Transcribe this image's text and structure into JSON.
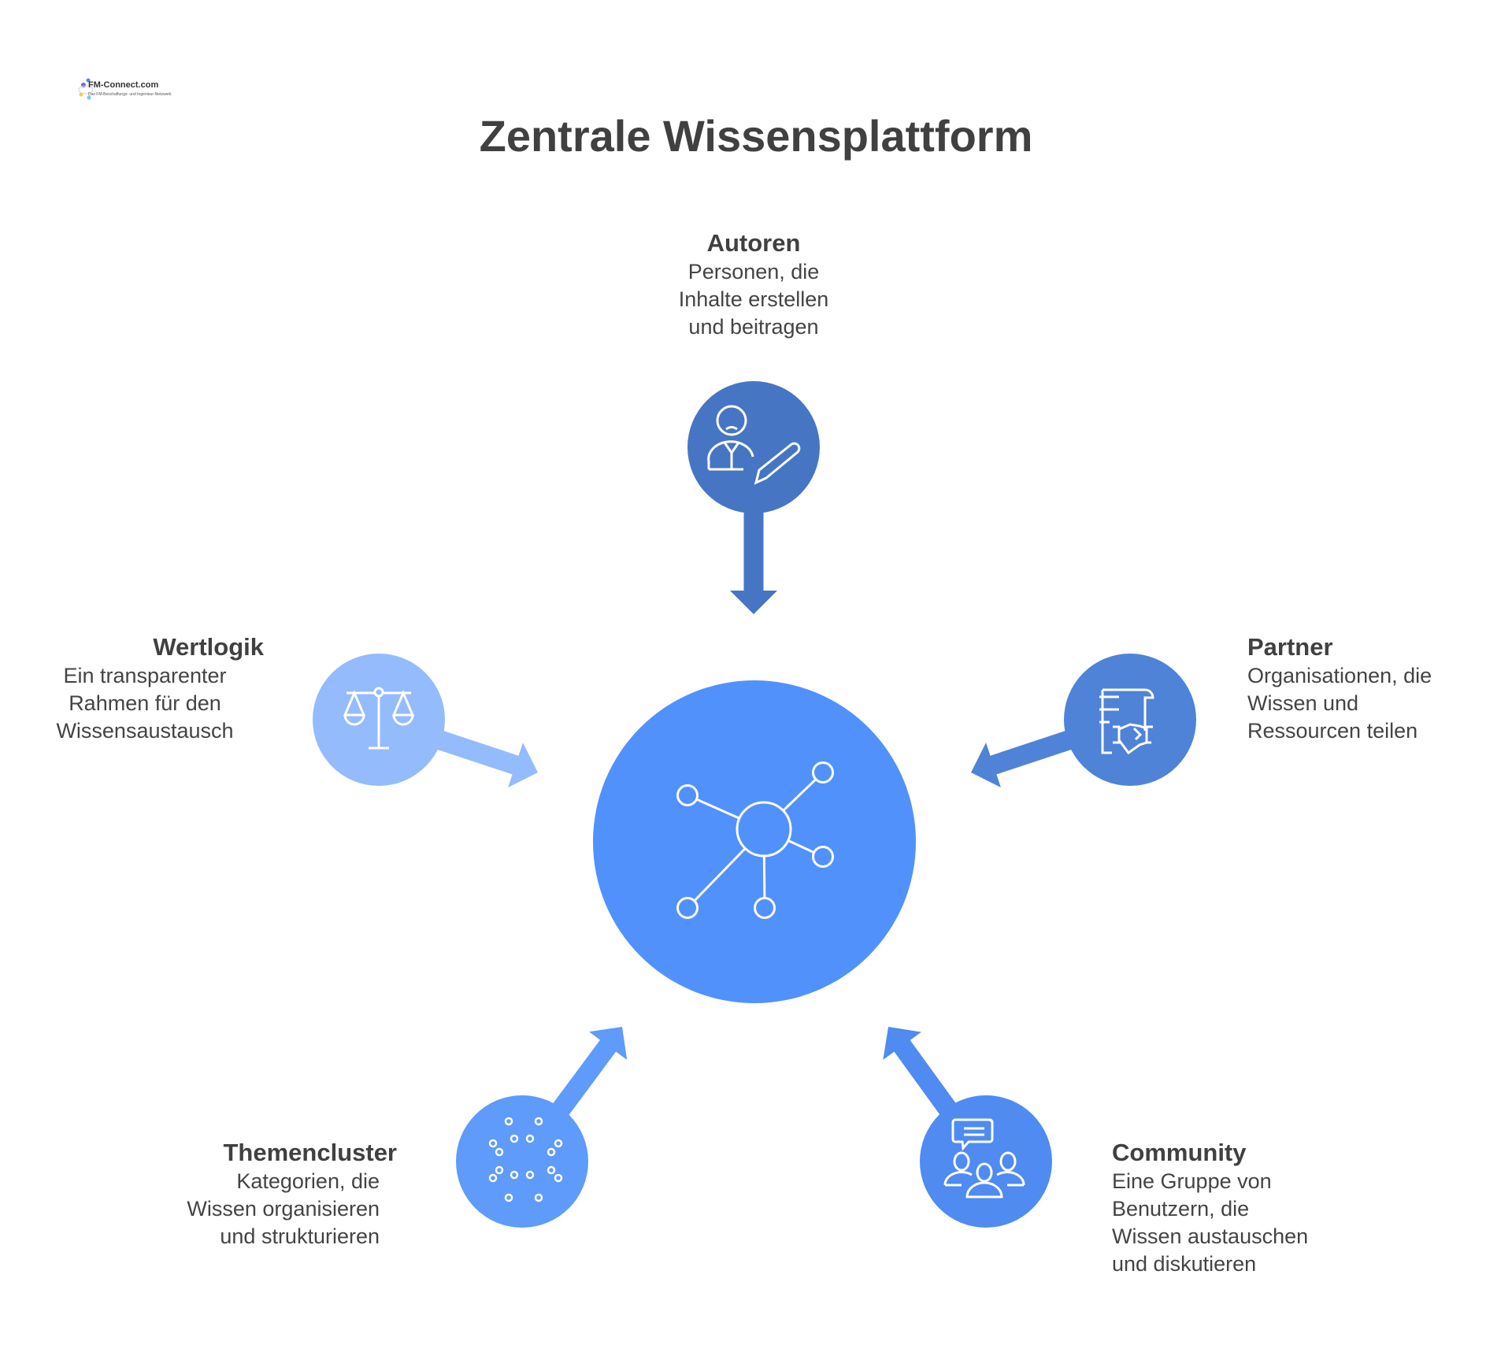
{
  "logo": {
    "name": "FM-Connect.com",
    "tagline": "Das FM-Beschaffungs- und Ingenieur-Netzwerk"
  },
  "title": "Zentrale Wissensplattform",
  "center": {
    "icon": "network-icon"
  },
  "nodes": {
    "autoren": {
      "title": "Autoren",
      "lines": [
        "Personen, die",
        "Inhalte erstellen",
        "und beitragen"
      ],
      "icon": "author-edit-icon",
      "color": "#4676c3"
    },
    "wertlogik": {
      "title": "Wertlogik",
      "lines": [
        "Ein transparenter",
        "Rahmen für den",
        "Wissensaustausch"
      ],
      "icon": "scales-icon",
      "color": "#94bbfc"
    },
    "partner": {
      "title": "Partner",
      "lines": [
        "Organisationen, die",
        "Wissen und",
        "Ressourcen teilen"
      ],
      "icon": "contract-handshake-icon",
      "color": "#4f83d8"
    },
    "themencluster": {
      "title": "Themencluster",
      "lines": [
        "Kategorien, die",
        "Wissen organisieren",
        "und strukturieren"
      ],
      "icon": "cluster-dots-icon",
      "color": "#5e9bfa"
    },
    "community": {
      "title": "Community",
      "lines": [
        "Eine Gruppe von",
        "Benutzern, die",
        "Wissen austauschen",
        "und diskutieren"
      ],
      "icon": "group-chat-icon",
      "color": "#4f8bf0"
    }
  },
  "colors": {
    "center": "#5191fc",
    "text": "#444444"
  }
}
